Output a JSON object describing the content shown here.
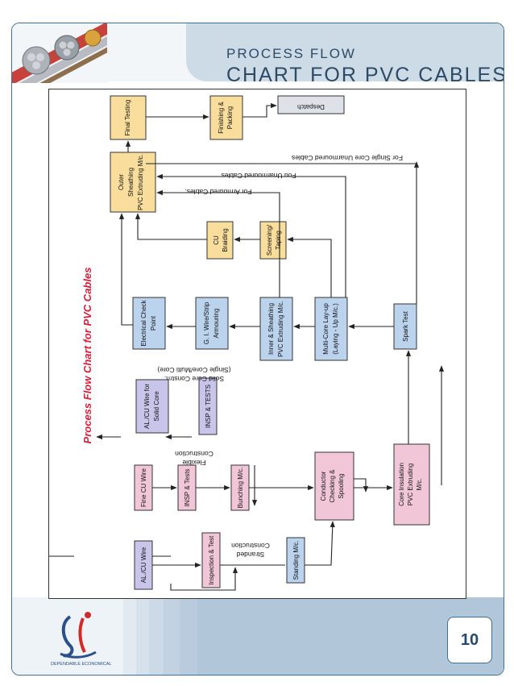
{
  "header": {
    "line1": "PROCESS FLOW",
    "line2": "CHART FOR PVC CABLES"
  },
  "diagram": {
    "side_title": "Process Flow Chart for PVC Cables",
    "boxes": {
      "al_cu_wire": "AL./CU Wire",
      "inspection_test": "Inspection & Test",
      "stranding": "Standing M/c.",
      "fine_cu_wire": "Fine CU Wire",
      "insp_tests": "INSP & Tests",
      "bunching": "Bunching M/c.",
      "conductor_checking": [
        "Conductor",
        "Checking &",
        "Spooling"
      ],
      "core_insulation": [
        "Core Insulation",
        "PVC Extruding",
        "M/c."
      ],
      "al_cu_solid": [
        "AL./CU Wire for",
        "Solid Core"
      ],
      "insp_tests_2": "INSP & TESTS",
      "spark_test": "Spark Test",
      "multi_core": [
        "Multi-Core Lay-up",
        "(Laying - Up M/c.)"
      ],
      "inner_sheathing": [
        "Inner & Sheathing",
        "PVC Extruding M/c."
      ],
      "gi_wire": [
        "G. I. Wire/Strip",
        "Armouring"
      ],
      "electrical_check": [
        "Electrical Check",
        "Point"
      ],
      "screening": [
        "Screening/",
        "Taping"
      ],
      "cu_braiding": [
        "CU",
        "Braiding"
      ],
      "outer_sheathing": [
        "Outer",
        "Sheathing",
        "PVC Extruding M/c."
      ],
      "final_testing": "Final Testing",
      "finishing": [
        "Finishing &",
        "Packing"
      ],
      "despatch": "Despatch"
    },
    "labels": {
      "stranded": [
        "Stranded",
        "Construction"
      ],
      "flexible": [
        "Flexible",
        "Construction"
      ],
      "solid": [
        "Solid Core Constrn.",
        "(Single Core/Multi Core)"
      ],
      "armoured": "For Armoured Cables.",
      "unarmoured": "Fou Unarmoured Cables",
      "single_core": "For Single Core Unarmoured Cables"
    },
    "colors": {
      "lavender": "#c8c4ea",
      "pink": "#f1c7d8",
      "yellow": "#f8dd9d",
      "blue": "#bcd3ee",
      "despatch": "#dfe1e8",
      "title_red": "#d81e3a"
    }
  },
  "footer": {
    "logo_tagline": "DEPENDABLE ECONOMICAL",
    "page_number": "10"
  }
}
